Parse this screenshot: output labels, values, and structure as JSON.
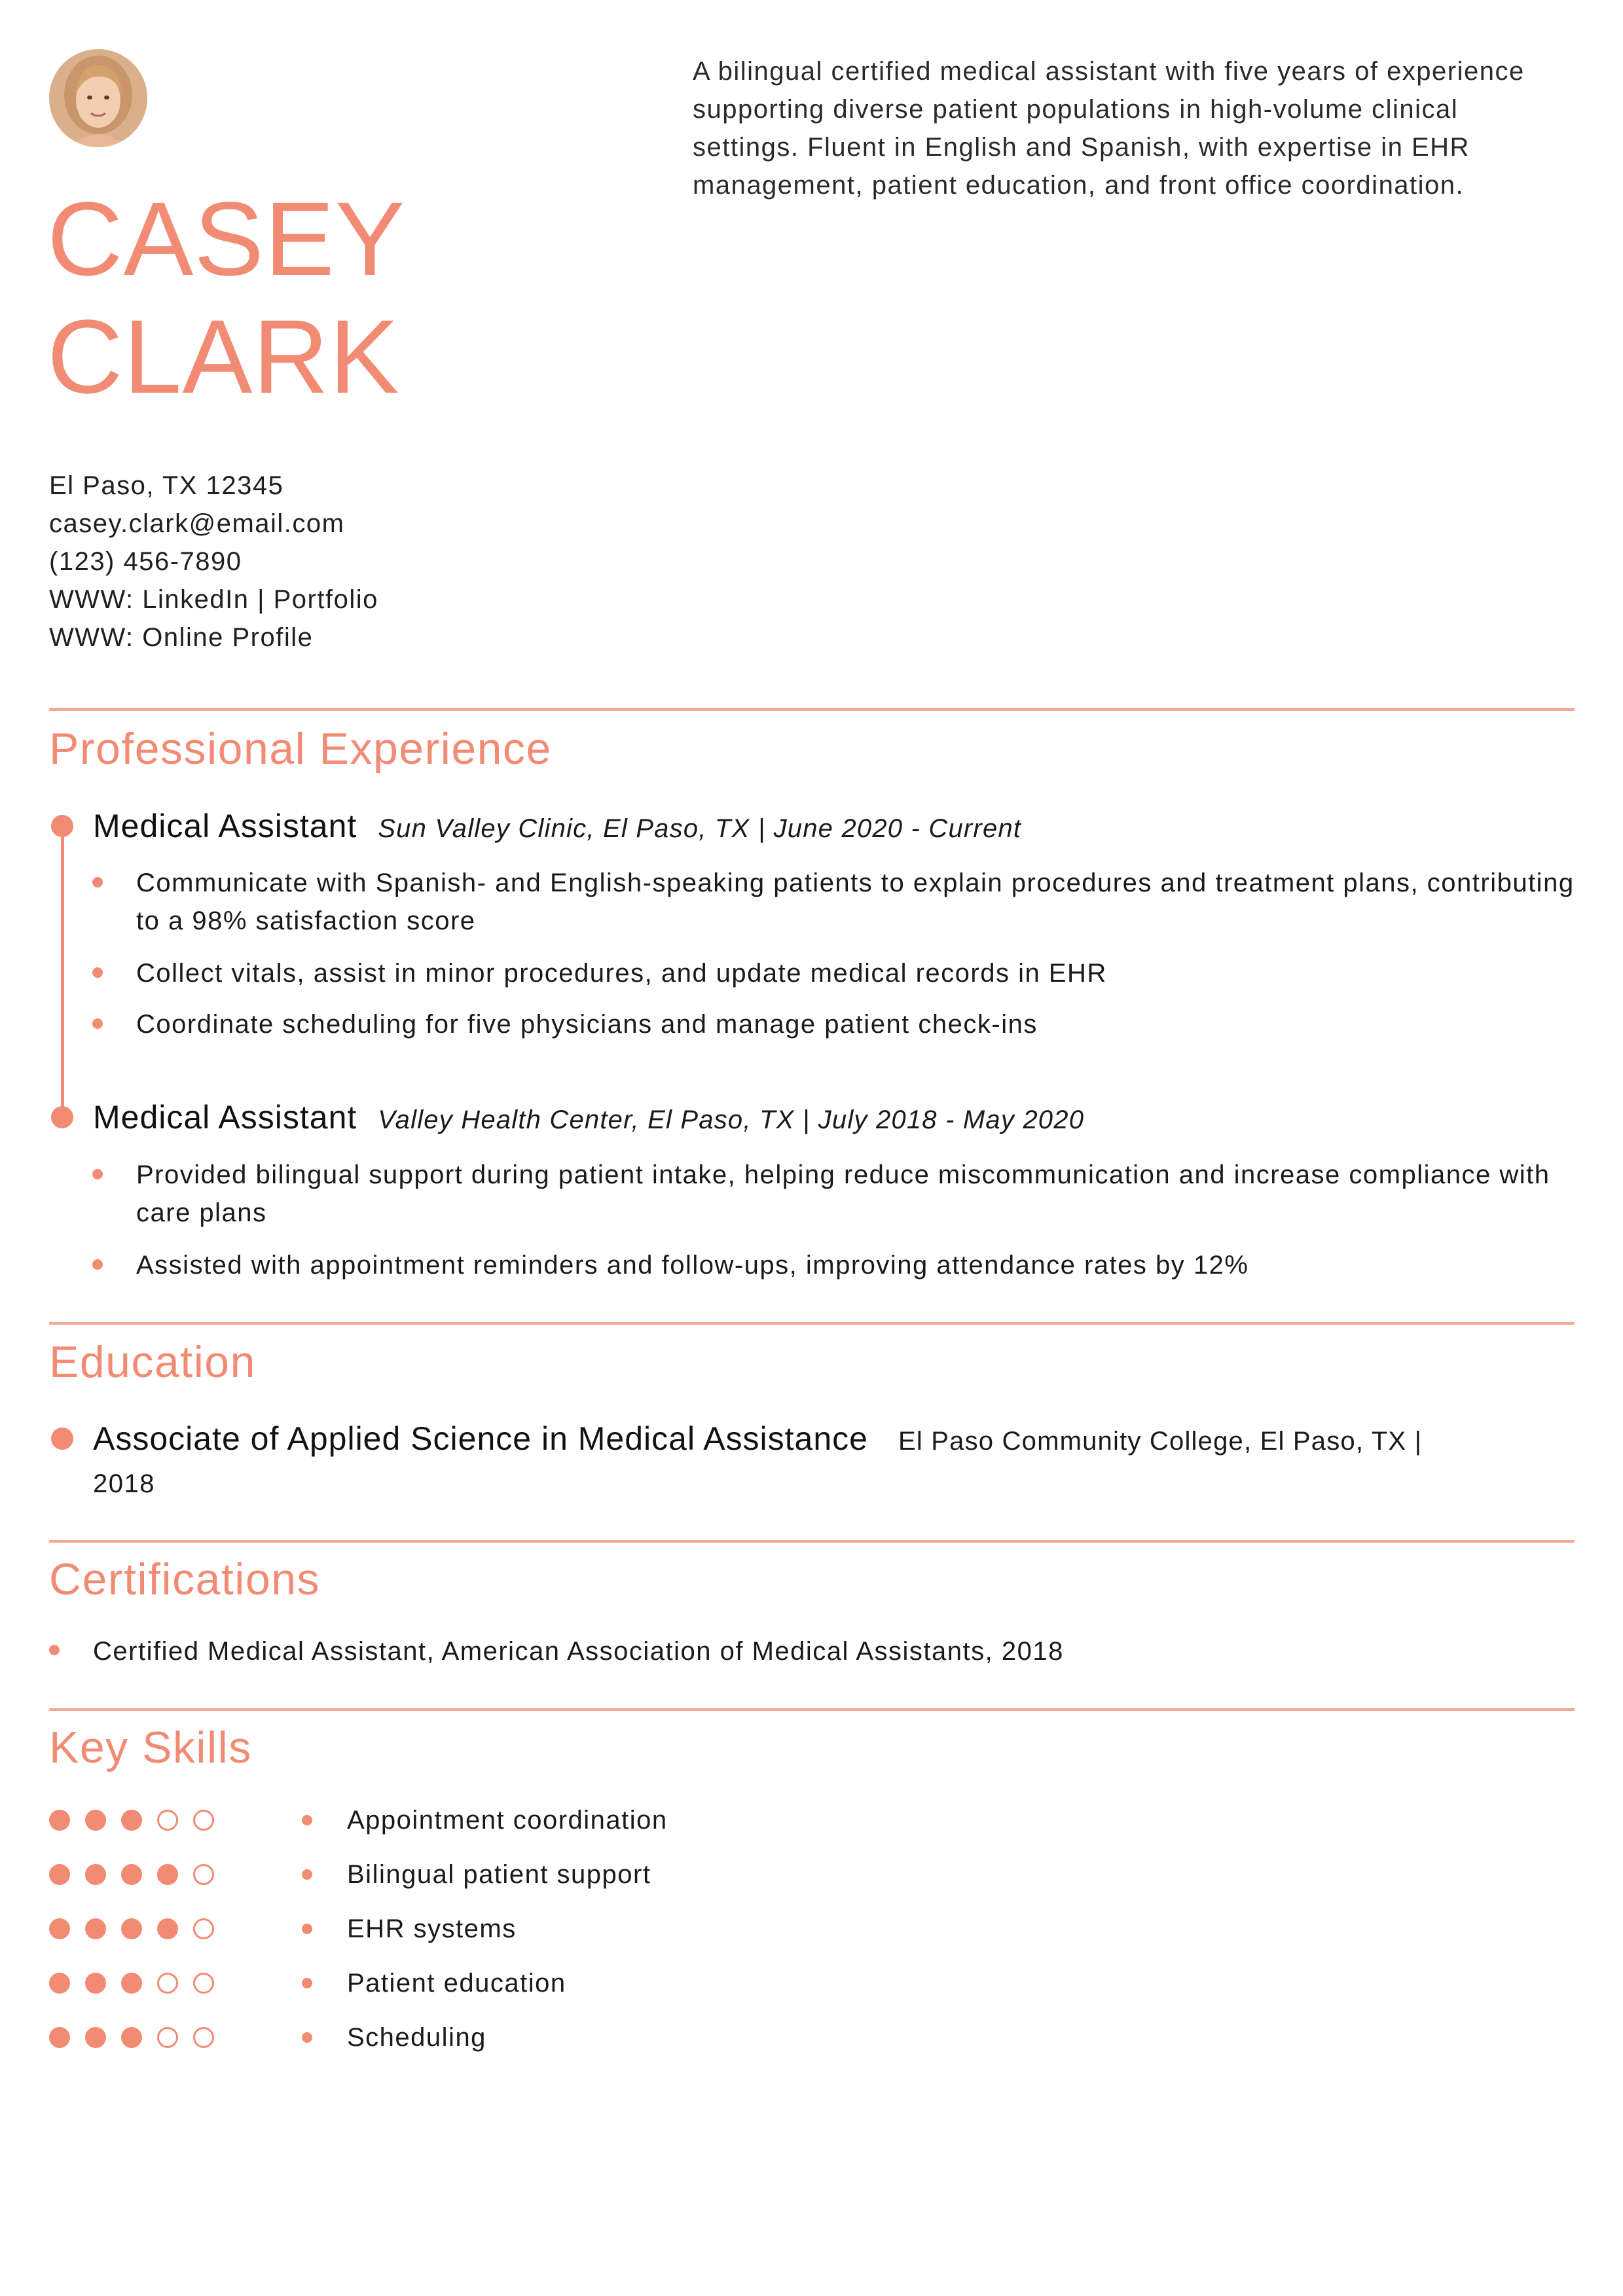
{
  "profile": {
    "first_name": "CASEY",
    "last_name": "CLARK",
    "summary": "A bilingual certified medical assistant with five years of experience supporting diverse patient populations in high-volume clinical settings. Fluent in English and Spanish, with expertise in EHR management, patient education, and front office coordination."
  },
  "contact": {
    "location": "El Paso, TX 12345",
    "email": "casey.clark@email.com",
    "phone": "(123) 456-7890",
    "www_prefix": "WWW: ",
    "linkedin": "LinkedIn",
    "separator": " | ",
    "portfolio": "Portfolio",
    "online_profile": "Online Profile"
  },
  "sections": {
    "experience": "Professional Experience",
    "education": "Education",
    "certifications": "Certifications",
    "skills": "Key Skills"
  },
  "experience": [
    {
      "title": "Medical Assistant",
      "employer": "Sun Valley Clinic",
      "location": ", El Paso, TX",
      "dates": " |  June 2020 - Current",
      "bullets": [
        "Communicate with Spanish- and English-speaking patients to explain procedures and treatment plans, contributing to a 98% satisfaction score",
        "Collect vitals, assist in minor procedures, and update medical records in EHR",
        "Coordinate scheduling for five physicians and manage patient check-ins"
      ]
    },
    {
      "title": "Medical Assistant",
      "employer": "Valley Health Center",
      "location": ", El Paso, TX",
      "dates": " |  July 2018 - May 2020",
      "bullets": [
        "Provided bilingual support during patient intake, helping reduce miscommunication and increase compliance with care plans",
        "Assisted with appointment reminders and follow-ups, improving attendance rates by 12%"
      ]
    }
  ],
  "education": {
    "degree": "Associate of Applied Science in Medical Assistance",
    "school": "El Paso Community College, El Paso, TX |",
    "year": "2018"
  },
  "certifications": [
    "Certified Medical Assistant, American Association of Medical Assistants, 2018"
  ],
  "skills": [
    {
      "label": "Appointment coordination",
      "level": 3,
      "max": 5
    },
    {
      "label": "Bilingual patient support",
      "level": 4,
      "max": 5
    },
    {
      "label": "EHR systems",
      "level": 4,
      "max": 5
    },
    {
      "label": "Patient education",
      "level": 3,
      "max": 5
    },
    {
      "label": "Scheduling",
      "level": 3,
      "max": 5
    }
  ],
  "colors": {
    "accent": "#f28b74",
    "text": "#1a1a1a"
  }
}
